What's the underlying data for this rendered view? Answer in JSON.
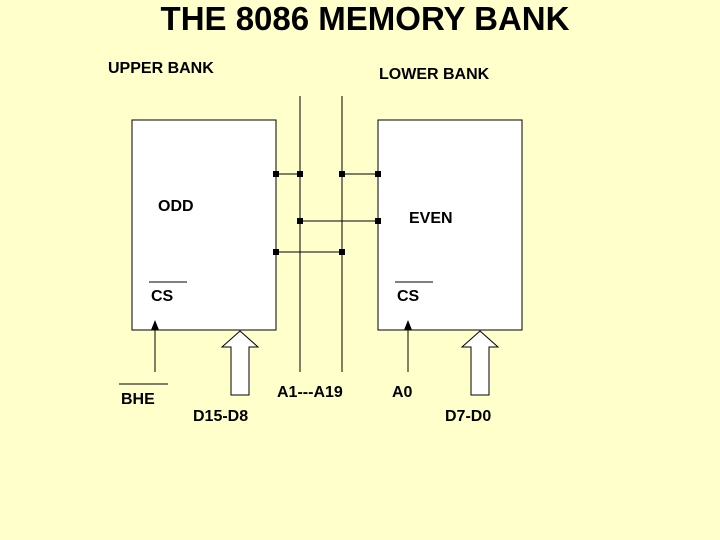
{
  "title": "THE 8086 MEMORY BANK",
  "upper_bank": {
    "label": "UPPER BANK",
    "block": "ODD",
    "select": "CS",
    "enable": "BHE",
    "data_bus": "D15-D8"
  },
  "lower_bank": {
    "label": "LOWER BANK",
    "block": "EVEN",
    "select": "CS",
    "enable": "A0",
    "data_bus": "D7-D0"
  },
  "address_bus": "A1---A19",
  "colors": {
    "background": "#FFFFCC",
    "block_fill": "#FFFFFF",
    "line": "#000000"
  }
}
